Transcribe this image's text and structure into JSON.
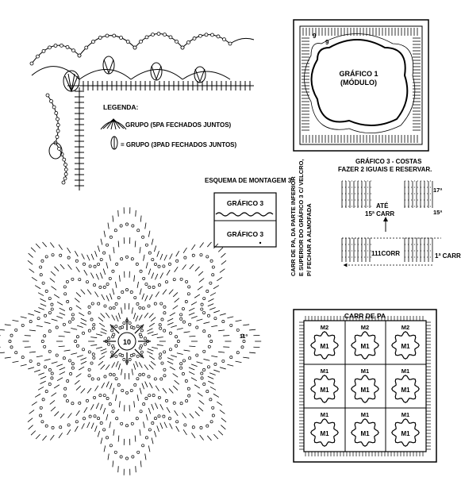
{
  "legend": {
    "title": "LEGENDA:",
    "item1": "GRUPO (5PA FECHADOS JUNTOS)",
    "item2": "= GRUPO (3PAD FECHADOS JUNTOS)"
  },
  "grafico1": {
    "line1": "GRÁFICO 1",
    "line2": "(MÓDULO)",
    "corner_num": "9"
  },
  "montagem": {
    "title": "ESQUEMA DE MONTAGEM 3",
    "box_top": "GRÁFICO 3",
    "box_bottom": "GRÁFICO 3",
    "vertical_lines": [
      "CARR DE PA, DA PARTE INFERIOR",
      "E SUPERIOR DO GRÁFICO 3 C/ VELCRO,",
      "P/ FECHAR A ALMOFADA"
    ]
  },
  "grafico3": {
    "title1": "GRÁFICO 3 - COSTAS",
    "title2": "FAZER 2  IGUAIS E RESERVAR.",
    "ate": "ATÉ",
    "carr15": "15ª CARR",
    "mark17": "17ª",
    "mark15": "15ª",
    "corr111": "111CORR",
    "carr1": "1ª CARR"
  },
  "flower": {
    "center": "10",
    "mark": "11ª"
  },
  "carr_pa": {
    "title": "CARR DE PA",
    "grid": [
      [
        "M2",
        "M2",
        "M2"
      ],
      [
        "M1",
        "M1",
        "M1"
      ],
      [
        "M1",
        "M1",
        "M1"
      ]
    ],
    "inner": "M1"
  }
}
